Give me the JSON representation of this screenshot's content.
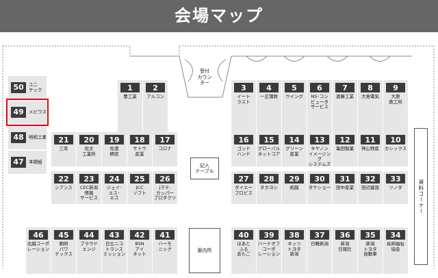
{
  "title": "会場マップ",
  "facilities": {
    "reception": "受付\nカウン\nター",
    "writing_table": "記入\nテーブル",
    "information": "案内所",
    "docs_corner": "資料コーナー"
  },
  "booths": [
    {
      "num": "1",
      "name": "豊工業"
    },
    {
      "num": "2",
      "name": "アルコン"
    },
    {
      "num": "3",
      "name": "イート\nラスト"
    },
    {
      "num": "4",
      "name": "一正蒲鉾"
    },
    {
      "num": "5",
      "name": "ウイング"
    },
    {
      "num": "6",
      "name": "NS･コン\nピュータ\nサービス"
    },
    {
      "num": "7",
      "name": "遠藤工業"
    },
    {
      "num": "8",
      "name": "大島電気"
    },
    {
      "num": "9",
      "name": "大原\n鉄工所"
    },
    {
      "num": "21",
      "name": "三幸"
    },
    {
      "num": "20",
      "name": "佐文\n工業所"
    },
    {
      "num": "19",
      "name": "佐渡\n精密"
    },
    {
      "num": "18",
      "name": "サトウ\n産業"
    },
    {
      "num": "17",
      "name": "コロナ"
    },
    {
      "num": "16",
      "name": "ゴッド\nハンド"
    },
    {
      "num": "15",
      "name": "グローバル\nネットコア"
    },
    {
      "num": "14",
      "name": "グリーン\n産業"
    },
    {
      "num": "13",
      "name": "キヤノン\nイメージング\nシステムズ"
    },
    {
      "num": "12",
      "name": "亀田製菓"
    },
    {
      "num": "11",
      "name": "神山物産"
    },
    {
      "num": "10",
      "name": "カシックス"
    },
    {
      "num": "22",
      "name": "シアンス"
    },
    {
      "num": "23",
      "name": "CEC新潟\n情報\nサービス"
    },
    {
      "num": "24",
      "name": "ジェイ･\nエス･\nエス"
    },
    {
      "num": "25",
      "name": "JCC\nソフト"
    },
    {
      "num": "26",
      "name": "Jマテ.\nカッパー\nプロダクツ"
    },
    {
      "num": "27",
      "name": "ダイエー\nプロビス"
    },
    {
      "num": "28",
      "name": "タカヨシ"
    },
    {
      "num": "29",
      "name": "拓越"
    },
    {
      "num": "30",
      "name": "タケショー"
    },
    {
      "num": "31",
      "name": "田中産業"
    },
    {
      "num": "32",
      "name": "田辺建設"
    },
    {
      "num": "33",
      "name": "ツノダ"
    },
    {
      "num": "46",
      "name": "北越コーポ\nレーション"
    },
    {
      "num": "45",
      "name": "朝研\nパワ\nテックス"
    },
    {
      "num": "44",
      "name": "ブラウド\nエンジ"
    },
    {
      "num": "43",
      "name": "日立ニコ\nトランス\nミッション"
    },
    {
      "num": "42",
      "name": "BSN\nアイ\nネット"
    },
    {
      "num": "41",
      "name": "ハーモ\nニック"
    },
    {
      "num": "40",
      "name": "はあと\nふる\nあたご"
    },
    {
      "num": "39",
      "name": "ハードオフ\nコーポ\nレーション"
    },
    {
      "num": "38",
      "name": "ネッツ\nトヨタ\n新潟"
    },
    {
      "num": "37",
      "name": "日軽新潟"
    },
    {
      "num": "36",
      "name": "新潟\n日報社"
    },
    {
      "num": "35",
      "name": "新潟\nトヨタ\n自動車"
    },
    {
      "num": "34",
      "name": "長岡福祉\n協会"
    },
    {
      "num": "50",
      "name": "ユニ\nテック"
    },
    {
      "num": "49",
      "name": "メビウス"
    },
    {
      "num": "48",
      "name": "明和工業"
    },
    {
      "num": "47",
      "name": "本間組"
    }
  ]
}
